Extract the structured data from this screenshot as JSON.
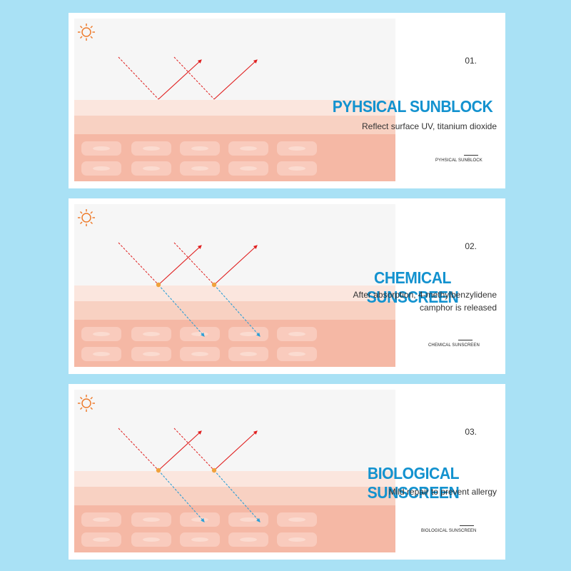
{
  "panels": [
    {
      "number": "01.",
      "title": "PYHSICAL SUNBLOCK",
      "description": "Reflect surface UV, titanium dioxide",
      "footer": "PYHSICAL SUNBLOCK",
      "absorbed": false
    },
    {
      "number": "02.",
      "title": "CHEMICAL SUNSCREEN",
      "description": "After absorption, 4-methylbenzylidene camphor is released",
      "footer": "CHEMICAL SUNSCREEN",
      "absorbed": true
    },
    {
      "number": "03.",
      "title": "BIOLOGICAL SUNSCREEN",
      "description": "Mild repair to prevent allergy",
      "footer": "BIOLOGICAL SUNSCREEN",
      "absorbed": true
    }
  ],
  "icons": [
    "sun-icon"
  ],
  "colors": {
    "background": "#a9e1f5",
    "title": "#1392cf",
    "reflected_ray": "#e01e1e",
    "absorbed_ray": "#2c9fd6",
    "sun": "#ee7c2d",
    "skin_top": "#fbe3da",
    "skin_mid": "#f6c4b3",
    "skin_cells": "#f4b09e",
    "absorption_point": "#f0a23c"
  }
}
